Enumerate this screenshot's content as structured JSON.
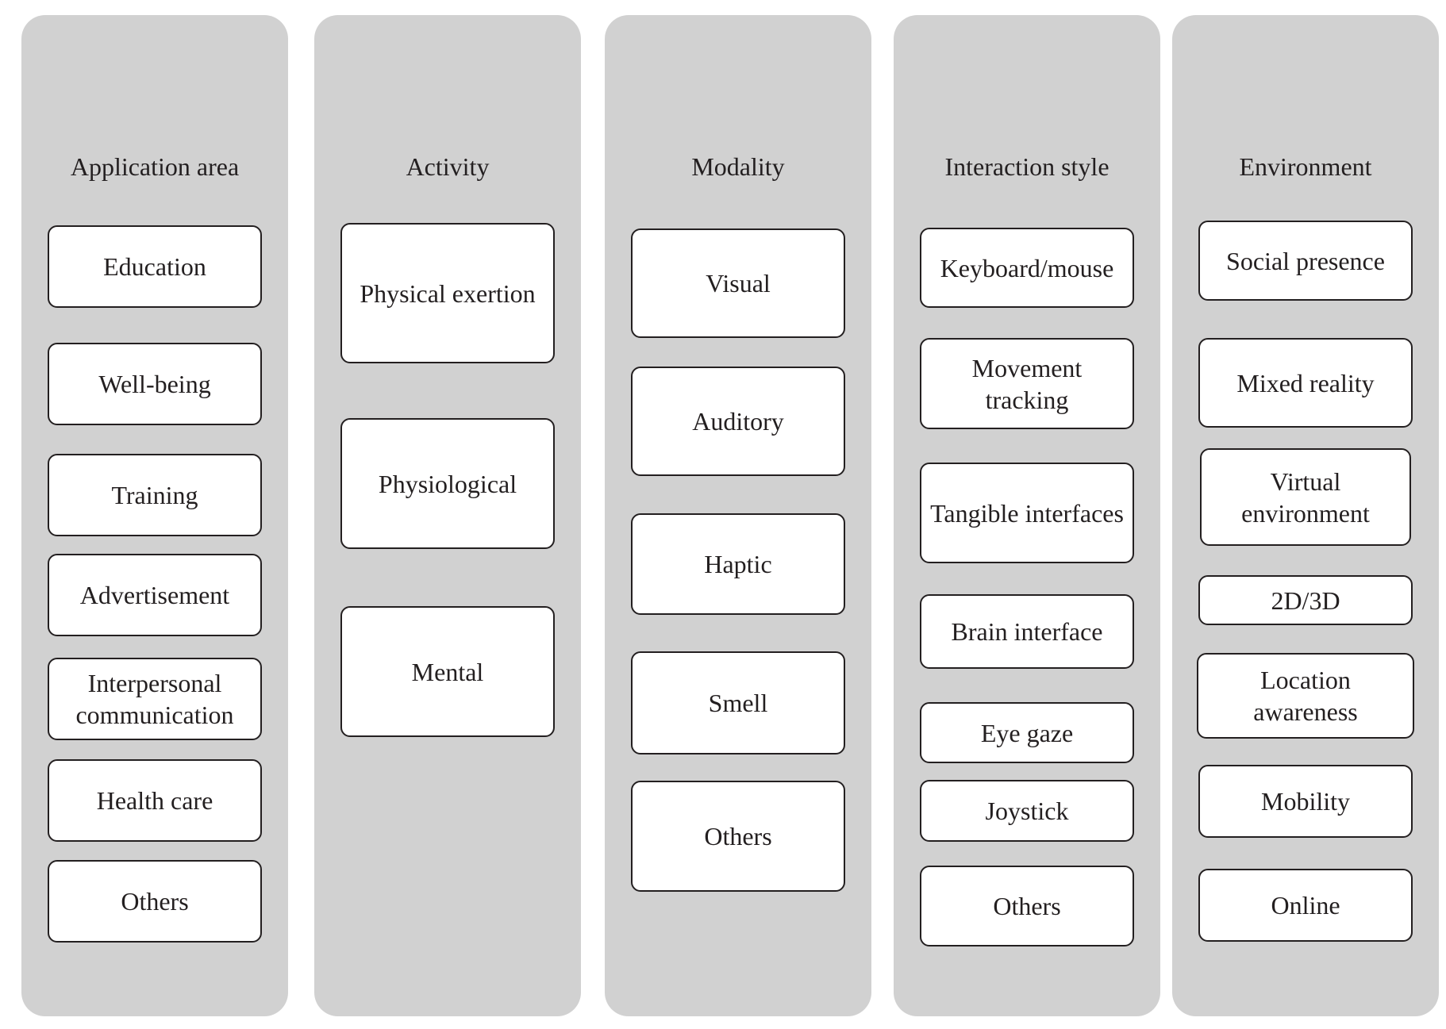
{
  "columns": [
    {
      "title": "Application area",
      "items": [
        "Education",
        "Well-being",
        "Training",
        "Advertisement",
        "Interpersonal communication",
        "Health care",
        "Others"
      ]
    },
    {
      "title": "Activity",
      "items": [
        "Physical exertion",
        "Physiological",
        "Mental"
      ]
    },
    {
      "title": "Modality",
      "items": [
        "Visual",
        "Auditory",
        "Haptic",
        "Smell",
        "Others"
      ]
    },
    {
      "title": "Interaction style",
      "items": [
        "Keyboard/mouse",
        "Movement tracking",
        "Tangible interfaces",
        "Brain interface",
        "Eye gaze",
        "Joystick",
        "Others"
      ]
    },
    {
      "title": "Environment",
      "items": [
        "Social presence",
        "Mixed reality",
        "Virtual environment",
        "2D/3D",
        "Location awareness",
        "Mobility",
        "Online"
      ]
    }
  ]
}
